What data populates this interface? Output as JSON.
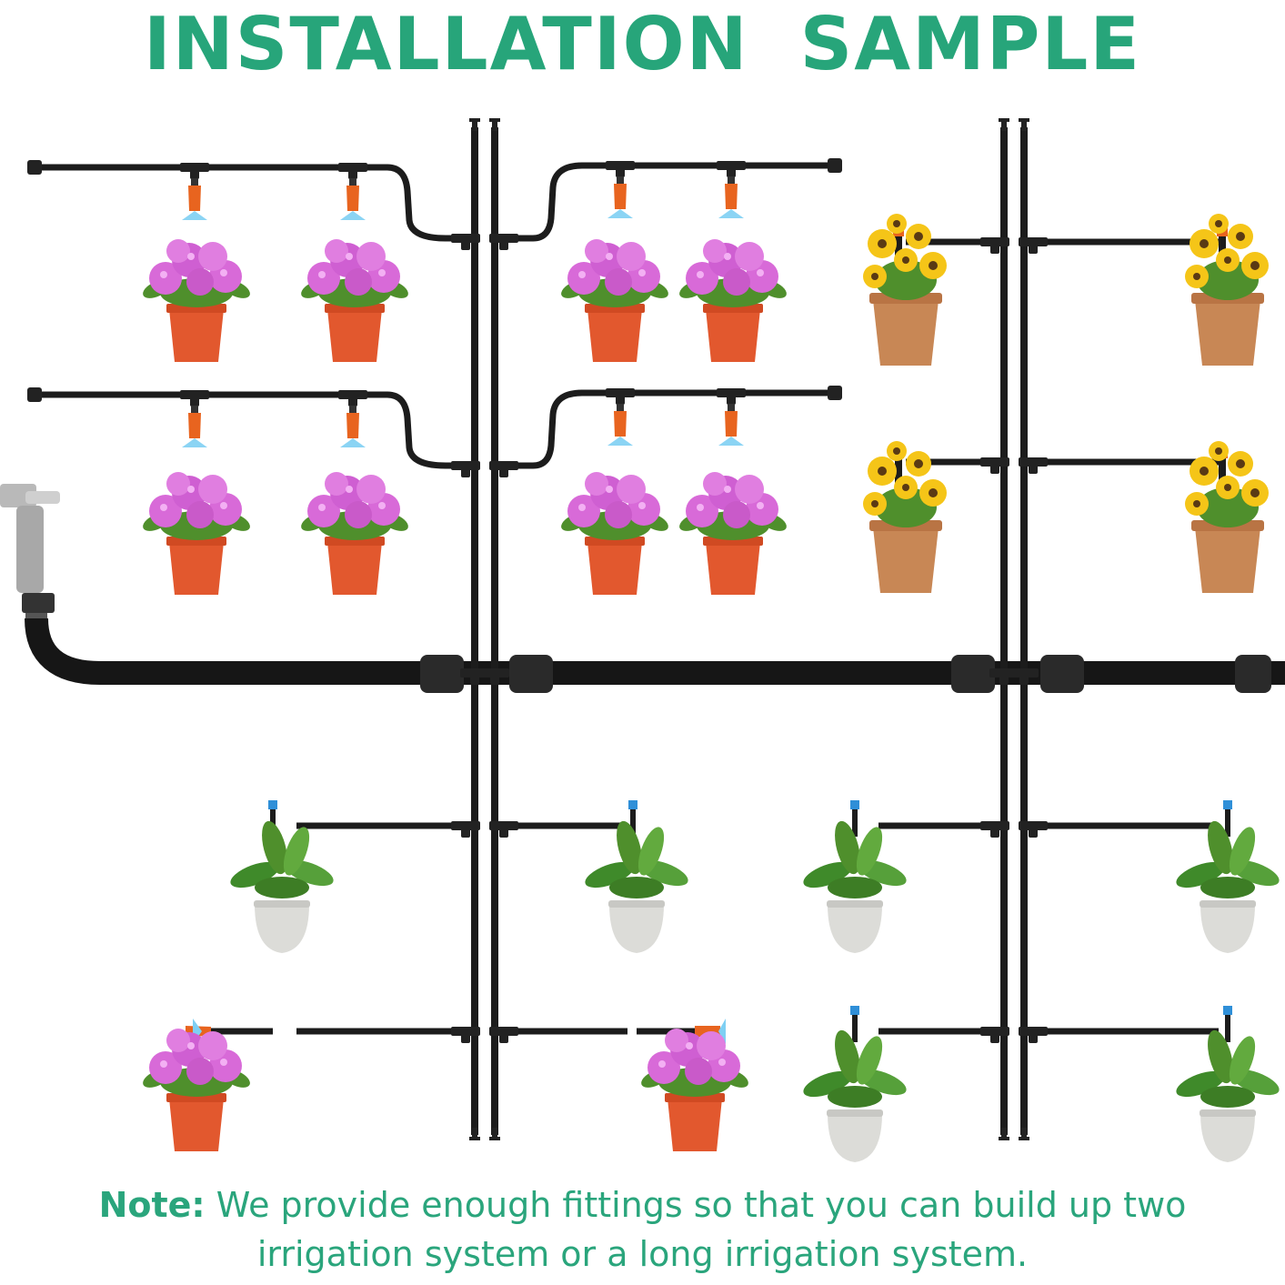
{
  "title": {
    "word1": "INSTALLATION",
    "word2": "SAMPLE"
  },
  "note": {
    "label": "Note:",
    "line1": "We provide enough fittings so that you can build up two",
    "line2": "irrigation system or a long irrigation system."
  },
  "colors": {
    "title": "#27a57a",
    "note": "#2aa57c",
    "tube": "#1c1c1c",
    "main_pipe": "#161616",
    "nozzle_orange": "#e8641f",
    "nozzle_blue": "#2f8fd8",
    "spray": "#7ecff3",
    "flower_pink": "#d86ad8",
    "flower_yellow": "#f5c518",
    "pot_red": "#e2582e",
    "pot_clay": "#c88755",
    "pot_white": "#dcdcd8",
    "leaf": "#4f8f2c"
  },
  "icons": [
    "faucet-icon",
    "tee-connector-icon",
    "end-plug-icon",
    "pipe-coupler-icon",
    "adjustable-nozzle-icon",
    "sprinkler-stake-icon",
    "potted-flower-icon",
    "potted-plant-icon"
  ]
}
